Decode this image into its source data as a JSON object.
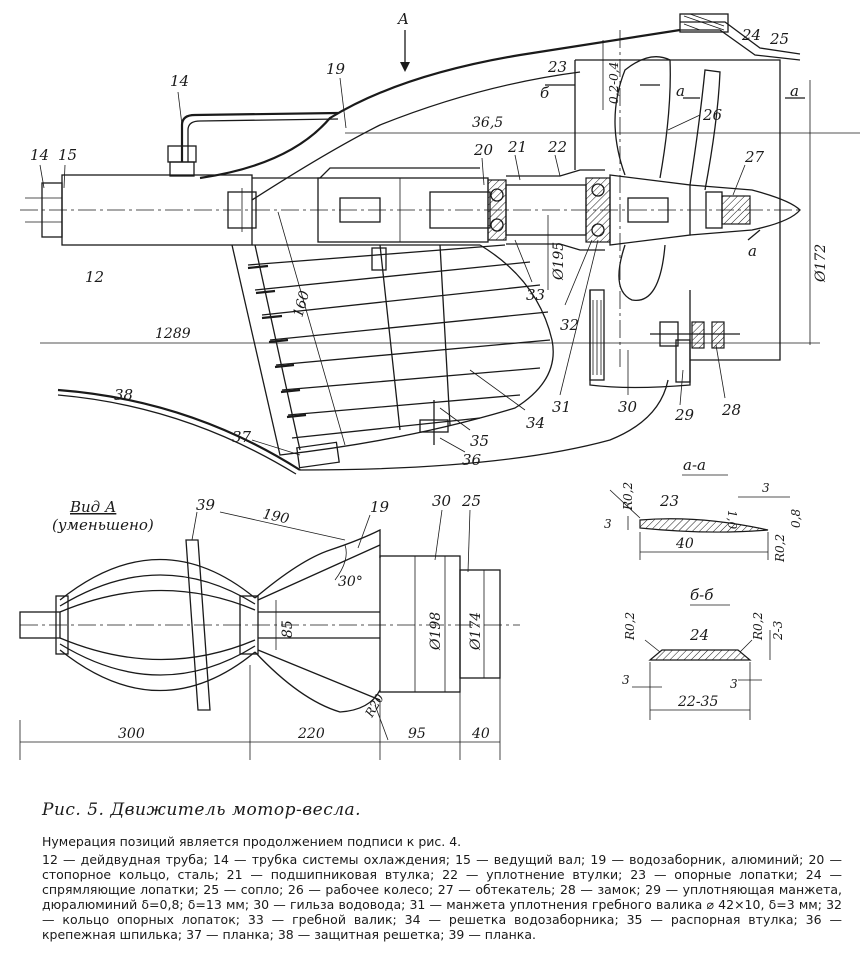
{
  "view_labels": {
    "arrow_a": "A",
    "section_aa_mark": "a",
    "section_bb_mark": "б",
    "view_a_title": "Вид А",
    "view_a_sub": "(уменьшено)",
    "section_aa_title": "а-а",
    "section_bb_title": "б-б"
  },
  "part_labels": {
    "p12": "12",
    "p14a": "14",
    "p14b": "14",
    "p15": "15",
    "p19a": "19",
    "p19b": "19",
    "p20": "20",
    "p21": "21",
    "p22": "22",
    "p23a": "23",
    "p23b": "23",
    "p24a": "24",
    "p24b": "24",
    "p25a": "25",
    "p25b": "25",
    "p26": "26",
    "p27": "27",
    "p28": "28",
    "p29": "29",
    "p30a": "30",
    "p30b": "30",
    "p31": "31",
    "p32": "32",
    "p33": "33",
    "p34": "34",
    "p35": "35",
    "p36": "36",
    "p37": "37",
    "p38": "38",
    "p39": "39"
  },
  "dimensions": {
    "d365": "36,5",
    "d1289": "1289",
    "d160": "160",
    "d195": "Ø195",
    "d172": "Ø172",
    "d02a": "0,2-0,4",
    "d300": "300",
    "d220": "220",
    "d95": "95",
    "d40": "40",
    "d190": "190",
    "d30deg": "30°",
    "d85": "85",
    "d198": "Ø198",
    "d174": "Ø174",
    "dR20": "R20",
    "aa_R02a": "R0,2",
    "aa_R02b": "R0,2",
    "aa_3a": "3",
    "aa_3b": "3",
    "aa_10": "1,0",
    "aa_08": "0,8",
    "aa_40": "40",
    "bb_R02a": "R0,2",
    "bb_R02b": "R0,2",
    "bb_23": "2-3",
    "bb_3a": "3",
    "bb_3b": "3",
    "bb_2235": "22-35"
  },
  "caption": {
    "title": "Рис. 5. Движитель мотор-весла.",
    "note": "Нумерация позиций является продолжением подписи к рис. 4.",
    "legend": "12 — дейдвудная труба; 14 — трубка системы охлаждения; 15 — ведущий вал; 19 — водозаборник, алюминий; 20 — стопорное кольцо, сталь; 21 — подшипниковая втулка; 22 — уплотнение втулки; 23 — опорные лопатки; 24 — спрямляющие лопатки; 25 — сопло; 26 — рабочее колесо; 27 — обтекатель; 28 — замок; 29 — уплотняющая манжета, дюралюминий δ=0,8; δ=13 мм; 30 — гильза водовода; 31 — манжета уплотнения гребного валика ⌀ 42×10, δ=3 мм; 32 — кольцо опорных лопаток; 33 — гребной валик; 34 — решетка водозаборника; 35 — распорная втулка; 36 — крепежная шпилька; 37 — планка; 38 — защитная решетка; 39 — планка."
  }
}
